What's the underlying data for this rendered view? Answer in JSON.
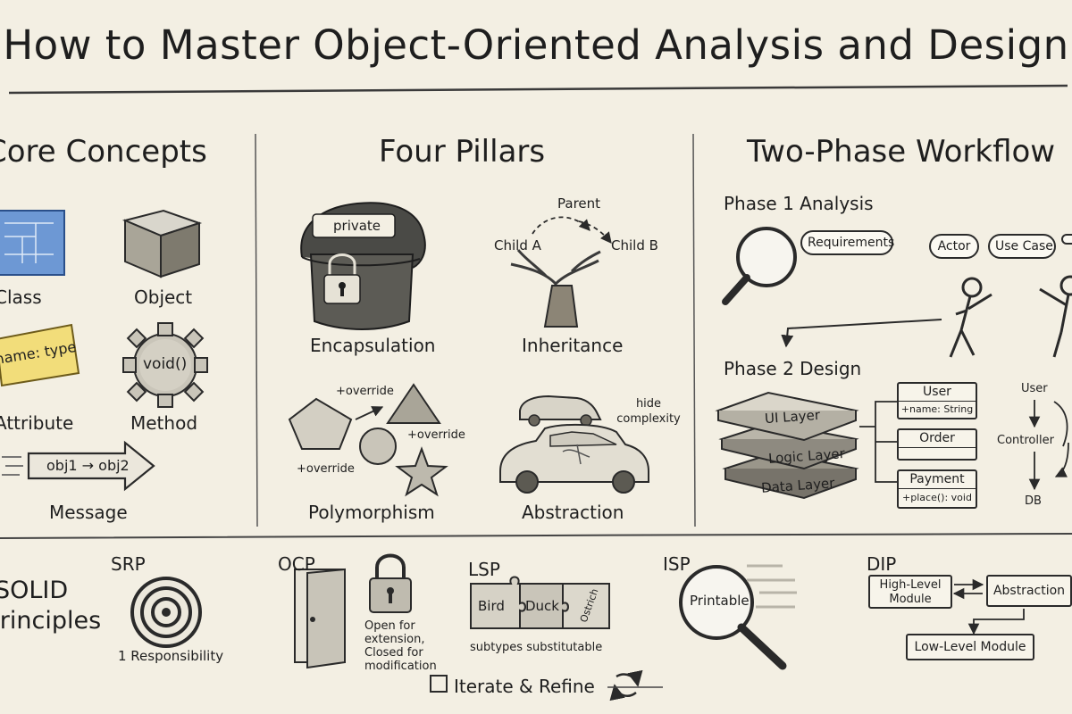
{
  "title": "How to Master Object-Oriented Analysis and Design",
  "core": {
    "title": "Core Concepts",
    "class_label": "Class",
    "object_label": "Object",
    "attribute_note": "name: type",
    "attribute_label": "Attribute",
    "method_gear": "void()",
    "method_label": "Method",
    "message_text": "obj1 → obj2",
    "message_label": "Message"
  },
  "pillars": {
    "title": "Four Pillars",
    "encap_private": "private",
    "encap_label": "Encapsulation",
    "inherit_parent": "Parent",
    "inherit_child_a": "Child A",
    "inherit_child_b": "Child B",
    "inherit_label": "Inheritance",
    "poly_override_1": "+override",
    "poly_override_2": "+override",
    "poly_override_3": "+override",
    "poly_label": "Polymorphism",
    "abstr_note": "hide complexity",
    "abstr_label": "Abstraction"
  },
  "workflow": {
    "title": "Two-Phase Workflow",
    "phase1": "Phase 1 Analysis",
    "requirements": "Requirements",
    "actor": "Actor",
    "use_case": "Use Case",
    "phase2": "Phase 2 Design",
    "ui_layer": "UI Layer",
    "logic_layer": "Logic Layer",
    "data_layer": "Data Layer",
    "class_user": "User",
    "class_user_attr": "+name: String",
    "class_order": "Order",
    "class_payment": "Payment",
    "class_payment_op": "+place(): void",
    "seq_user": "User",
    "seq_controller": "Controller",
    "seq_db": "DB"
  },
  "solid": {
    "title_line1": "SOLID",
    "title_line2": "Principles",
    "srp": "SRP",
    "srp_desc": "1 Responsibility",
    "ocp": "OCP",
    "ocp_desc": "Open for extension, Closed for modification",
    "lsp": "LSP",
    "lsp_bird": "Bird",
    "lsp_duck": "Duck",
    "lsp_other": "Ostrich",
    "lsp_desc": "subtypes substitutable",
    "isp": "ISP",
    "isp_printable": "Printable",
    "dip": "DIP",
    "dip_high": "High-Level Module",
    "dip_abstraction": "Abstraction",
    "dip_low": "Low-Level Module"
  },
  "footer": {
    "iterate": "Iterate & Refine"
  }
}
